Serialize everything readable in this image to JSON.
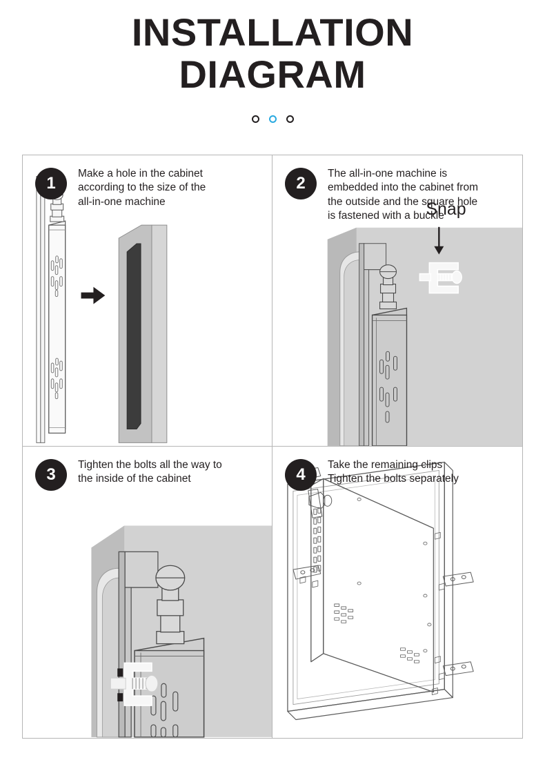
{
  "header": {
    "title_line_1": "INSTALLATION",
    "title_line_2": "DIAGRAM",
    "dots": [
      {
        "name": "dot-1",
        "active": false,
        "color": "#231f20"
      },
      {
        "name": "dot-2",
        "active": true,
        "color": "#29a9e0"
      },
      {
        "name": "dot-3",
        "active": false,
        "color": "#231f20"
      }
    ]
  },
  "colors": {
    "ink": "#231f20",
    "accent": "#29a9e0",
    "border": "#b5b5b5",
    "panel_gray": "#d4d4d4",
    "panel_gray_dark": "#9f9f9f",
    "screen_dark": "#3a3a3a",
    "part_fill": "#f2f2f2"
  },
  "steps": [
    {
      "number": "1",
      "text": "Make a hole in the cabinet\naccording to the size of the\nall-in-one machine",
      "illustration": "side-view-insert-into-cabinet"
    },
    {
      "number": "2",
      "text": "The all-in-one machine is\nembedded into the cabinet from\nthe outside and the square hole\nis fastened with a buckle",
      "illustration": "machine-embedded-with-buckle",
      "annotation": {
        "label": "Snap",
        "arrow": "down-arrow"
      }
    },
    {
      "number": "3",
      "text": "Tighten the bolts all the way to\nthe inside of the cabinet",
      "illustration": "bolt-tightened-inside-cabinet"
    },
    {
      "number": "4",
      "text": "Take the remaining clips\nTighten the bolts separately",
      "illustration": "rear-isometric-machine-with-clips"
    }
  ]
}
